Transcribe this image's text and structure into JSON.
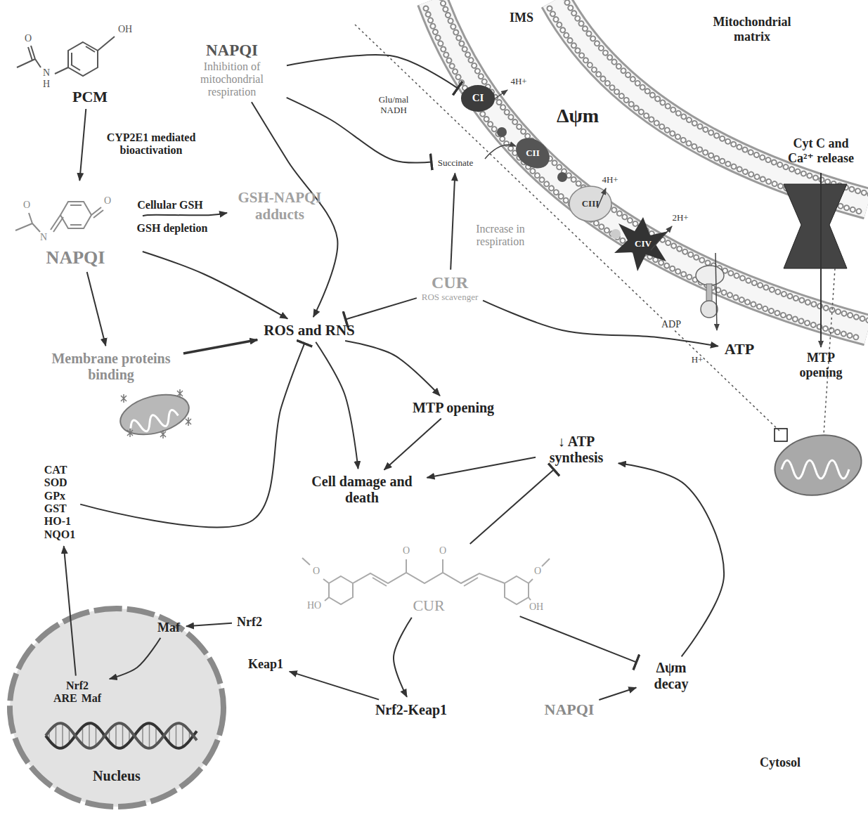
{
  "diagram": {
    "nodes": [
      {
        "text": [
          "PCM"
        ]
      },
      {
        "text": [
          "NAPQI"
        ]
      },
      {
        "text": [
          "GSH-NAPQI adducts"
        ]
      },
      {
        "text": [
          "Membrane proteins binding"
        ]
      },
      {
        "text": [
          "NAPQI",
          "Inhibition of mitochondrial respiration"
        ]
      },
      {
        "text": [
          "ROS and RNS"
        ]
      },
      {
        "text": [
          "CUR",
          "ROS scavenger"
        ]
      },
      {
        "text": [
          "MTP opening"
        ]
      },
      {
        "text": [
          "Cell damage and death"
        ]
      },
      {
        "text": [
          "↓ ATP synthesis"
        ]
      },
      {
        "text": [
          "CAT",
          "SOD",
          "GPx",
          "GST",
          "HO-1",
          "NQO1"
        ]
      },
      {
        "text": [
          "CUR"
        ]
      },
      {
        "text": [
          "Nrf2-Keap1"
        ]
      },
      {
        "text": [
          "NAPQI"
        ]
      },
      {
        "text": [
          "Δψm decay"
        ]
      },
      {
        "text": [
          "Nucleus"
        ]
      },
      {
        "text": [
          "Maf"
        ],
        "in": 15
      },
      {
        "text": [
          "Nrf2",
          "ARE",
          "Maf"
        ],
        "in": 15
      },
      {
        "text": [
          "Nrf2"
        ]
      },
      {
        "text": [
          "Keap1"
        ]
      },
      {
        "text": [
          "CI"
        ]
      },
      {
        "text": [
          "Succinate"
        ]
      },
      {
        "text": [
          "ATP"
        ]
      }
    ],
    "edges": [
      {
        "from": 0,
        "to": 1,
        "arrow": "to",
        "label": "CYP2E1 mediated bioactivation"
      },
      {
        "from": 1,
        "to": 2,
        "arrow": "to",
        "label": "Cellular GSH"
      },
      {
        "from": 1,
        "to": 3,
        "arrow": "to"
      },
      {
        "from": 1,
        "to": 5,
        "arrow": "to"
      },
      {
        "from": 3,
        "to": 5,
        "arrow": "to"
      },
      {
        "from": 4,
        "to": 5,
        "arrow": "to"
      },
      {
        "from": 4,
        "to": 20,
        "arrow": "to"
      },
      {
        "from": 4,
        "to": 21,
        "arrow": "to"
      },
      {
        "from": 6,
        "to": 5,
        "arrow": "to"
      },
      {
        "from": 6,
        "to": 21,
        "arrow": "to",
        "label": "Increase in respiration"
      },
      {
        "from": 6,
        "to": 22,
        "arrow": "to"
      },
      {
        "from": 5,
        "to": 7,
        "arrow": "to"
      },
      {
        "from": 5,
        "to": 8,
        "arrow": "to"
      },
      {
        "from": 7,
        "to": 8,
        "arrow": "to"
      },
      {
        "from": 9,
        "to": 8,
        "arrow": "to"
      },
      {
        "from": 10,
        "to": 5,
        "arrow": "to"
      },
      {
        "from": 11,
        "to": 9,
        "arrow": "to"
      },
      {
        "from": 11,
        "to": 14,
        "arrow": "to"
      },
      {
        "from": 11,
        "to": 12,
        "arrow": "to"
      },
      {
        "from": 12,
        "to": 19,
        "arrow": "to"
      },
      {
        "from": 18,
        "to": 16,
        "arrow": "to"
      },
      {
        "from": 16,
        "to": 17,
        "arrow": "to"
      },
      {
        "from": 17,
        "to": 10,
        "arrow": "to"
      },
      {
        "from": 13,
        "to": 14,
        "arrow": "to"
      },
      {
        "from": 14,
        "to": 9,
        "arrow": "to"
      }
    ],
    "labels": [
      "GSH depletion",
      "IMS",
      "Mitochondrial matrix",
      "Δψm",
      "Cyt C and Ca²⁺ release",
      "Glu/mal NADH",
      "4H+",
      "4H+",
      "2H+",
      "CII",
      "CIII",
      "CIV",
      "ADP",
      "H+",
      "MTP opening",
      "Cytosol",
      "OH",
      "O",
      "N",
      "H",
      "O",
      "N",
      "O",
      "O",
      "O",
      "O",
      "HO",
      "O",
      "OH"
    ]
  }
}
